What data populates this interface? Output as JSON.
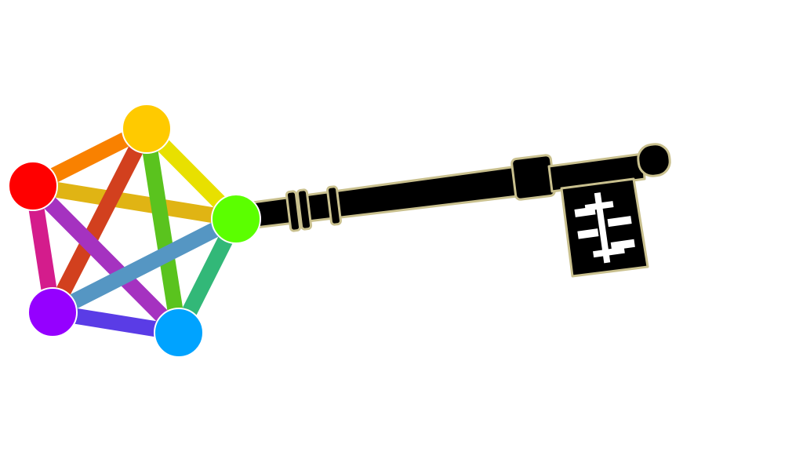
{
  "logo": {
    "nodes": [
      {
        "name": "red",
        "color": "#ff0000"
      },
      {
        "name": "yellow",
        "color": "#ffca00"
      },
      {
        "name": "green",
        "color": "#5bff00"
      },
      {
        "name": "blue",
        "color": "#00a3ff"
      },
      {
        "name": "purple",
        "color": "#9500ff"
      }
    ],
    "edges": [
      {
        "from": 0,
        "to": 1,
        "color": "#f98100"
      },
      {
        "from": 1,
        "to": 2,
        "color": "#e8e000"
      },
      {
        "from": 0,
        "to": 2,
        "color": "#e0b414"
      },
      {
        "from": 1,
        "to": 4,
        "color": "#d2401e"
      },
      {
        "from": 1,
        "to": 3,
        "color": "#5ac31e"
      },
      {
        "from": 0,
        "to": 4,
        "color": "#d41c8c"
      },
      {
        "from": 0,
        "to": 3,
        "color": "#a532c0"
      },
      {
        "from": 2,
        "to": 4,
        "color": "#5596c3"
      },
      {
        "from": 2,
        "to": 3,
        "color": "#32b878"
      },
      {
        "from": 4,
        "to": 3,
        "color": "#5a3ce6"
      }
    ],
    "key": {
      "fill": "#000000",
      "outline": "#c9c08e"
    }
  }
}
